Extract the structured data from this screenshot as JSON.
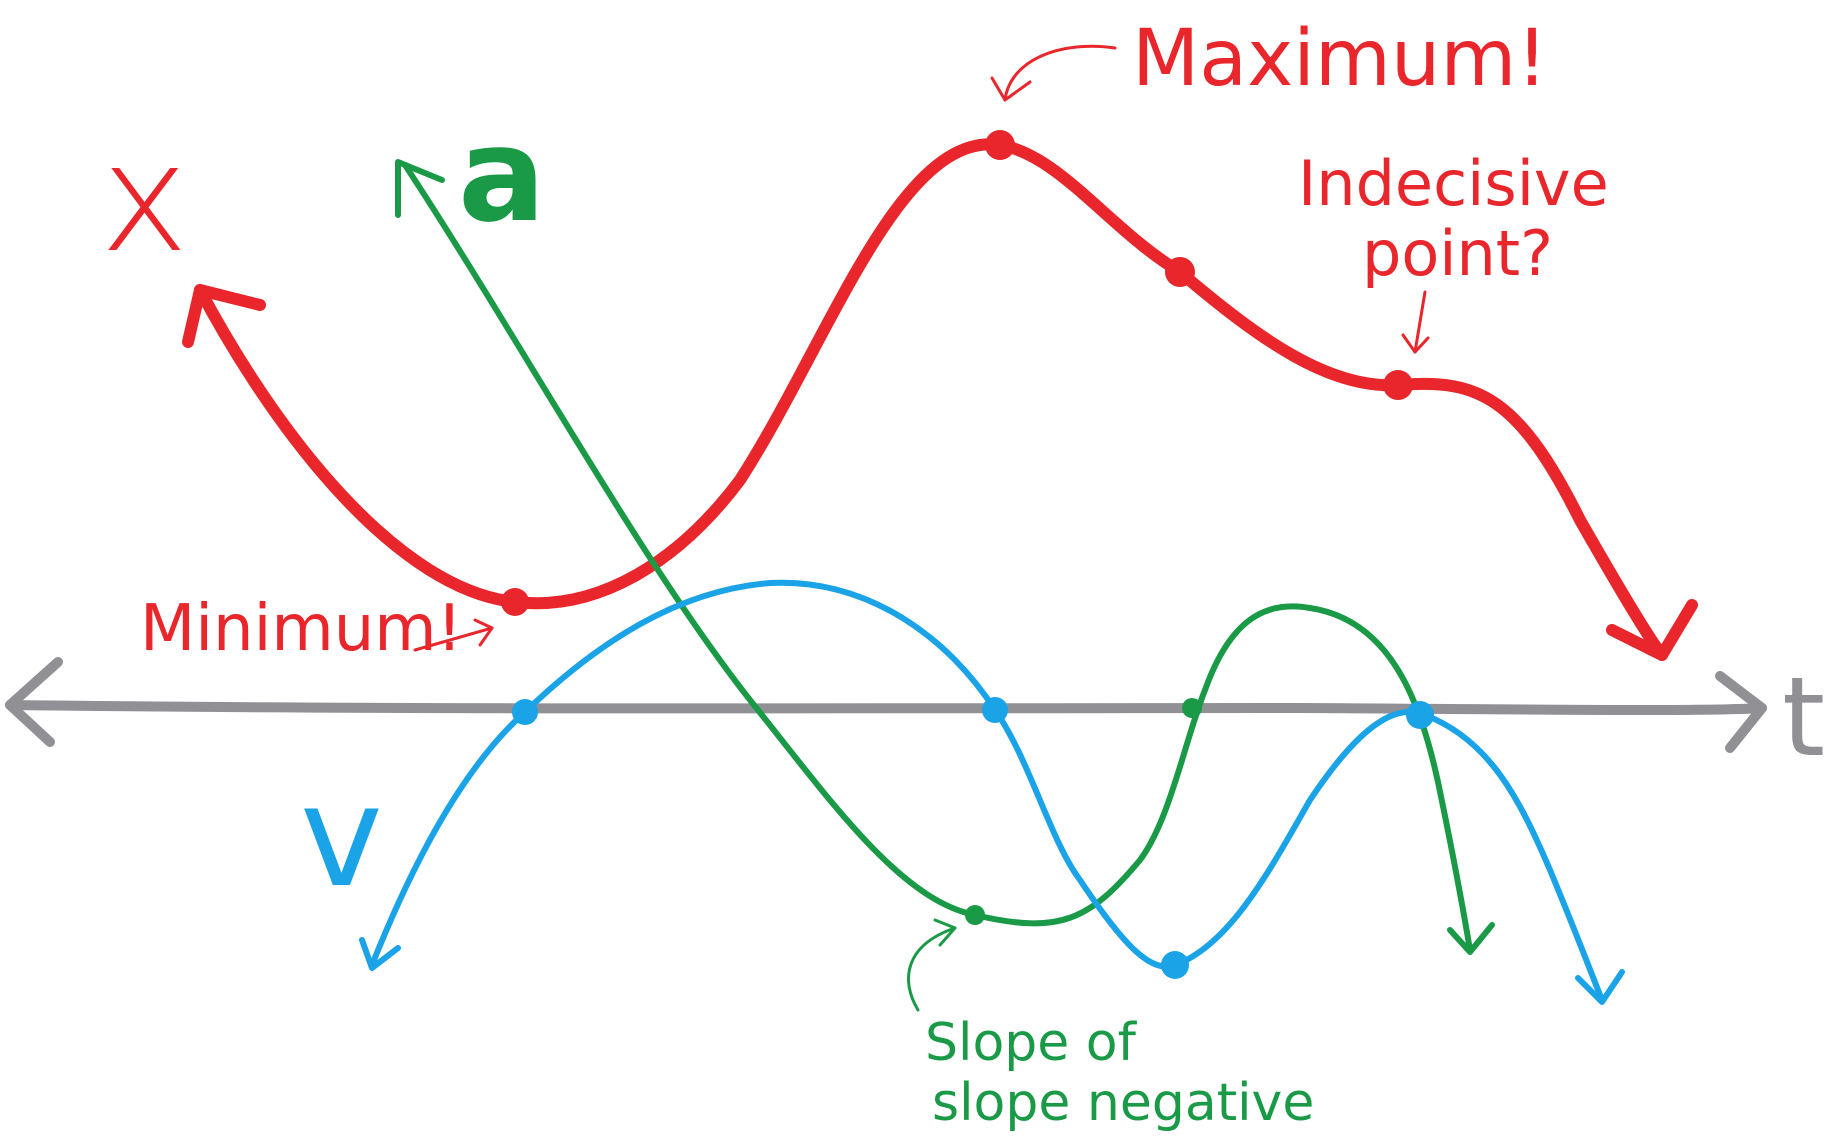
{
  "axis": {
    "t_label": "t",
    "color": "#909095"
  },
  "curves": {
    "x": {
      "label": "x",
      "color": "#e8262b"
    },
    "v": {
      "label": "v",
      "color": "#1aa3e6"
    },
    "a": {
      "label": "a",
      "color": "#1a9a47"
    }
  },
  "annotations": {
    "maximum": "Maximum!",
    "minimum": "Minimum!",
    "indecisive_line1": "Indecisive",
    "indecisive_line2": "point?",
    "slope_line1": "Slope of",
    "slope_line2": "slope negative"
  }
}
